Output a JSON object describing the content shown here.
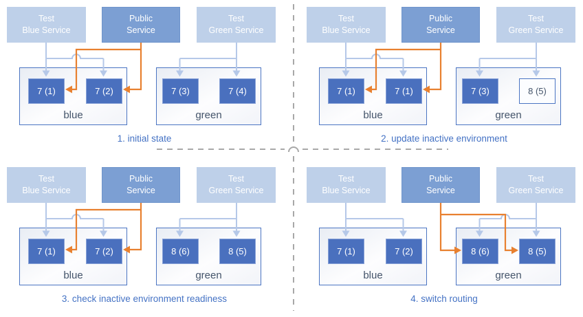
{
  "colors": {
    "accent": "#4472c4",
    "service_light_fill": "#bed0e9",
    "service_public_fill": "#7c9fd3",
    "pod_filled_fill": "#4a70be",
    "pod_outlined_border": "#4a74c2",
    "connector_inactive": "#b5c8e8",
    "connector_active": "#e8802f",
    "divider_gray": "#a8a8a8",
    "env_label_color": "#44546a"
  },
  "panels": [
    {
      "caption": "1. initial state",
      "public_route": "blue",
      "services": [
        {
          "line1": "Test",
          "line2": "Blue Service"
        },
        {
          "line1": "Public",
          "line2": "Service"
        },
        {
          "line1": "Test",
          "line2": "Green Service"
        }
      ],
      "environments": [
        {
          "label": "blue",
          "pods": [
            {
              "label": "7 (1)",
              "style": "filled"
            },
            {
              "label": "7 (2)",
              "style": "filled"
            }
          ]
        },
        {
          "label": "green",
          "pods": [
            {
              "label": "7 (3)",
              "style": "filled"
            },
            {
              "label": "7 (4)",
              "style": "filled"
            }
          ]
        }
      ]
    },
    {
      "caption": "2. update inactive environment",
      "public_route": "blue",
      "services": [
        {
          "line1": "Test",
          "line2": "Blue Service"
        },
        {
          "line1": "Public",
          "line2": "Service"
        },
        {
          "line1": "Test",
          "line2": "Green Service"
        }
      ],
      "environments": [
        {
          "label": "blue",
          "pods": [
            {
              "label": "7 (1)",
              "style": "filled"
            },
            {
              "label": "7 (1)",
              "style": "filled"
            }
          ]
        },
        {
          "label": "green",
          "pods": [
            {
              "label": "7 (3)",
              "style": "filled"
            },
            {
              "label": "8 (5)",
              "style": "outlined"
            }
          ]
        }
      ]
    },
    {
      "caption": "3. check inactive environment readiness",
      "public_route": "blue",
      "services": [
        {
          "line1": "Test",
          "line2": "Blue Service"
        },
        {
          "line1": "Public",
          "line2": "Service"
        },
        {
          "line1": "Test",
          "line2": "Green Service"
        }
      ],
      "environments": [
        {
          "label": "blue",
          "pods": [
            {
              "label": "7 (1)",
              "style": "filled"
            },
            {
              "label": "7 (2)",
              "style": "filled"
            }
          ]
        },
        {
          "label": "green",
          "pods": [
            {
              "label": "8 (6)",
              "style": "filled"
            },
            {
              "label": "8 (5)",
              "style": "filled"
            }
          ]
        }
      ]
    },
    {
      "caption": "4. switch routing",
      "public_route": "green",
      "services": [
        {
          "line1": "Test",
          "line2": "Blue Service"
        },
        {
          "line1": "Public",
          "line2": "Service"
        },
        {
          "line1": "Test",
          "line2": "Green Service"
        }
      ],
      "environments": [
        {
          "label": "blue",
          "pods": [
            {
              "label": "7 (1)",
              "style": "filled"
            },
            {
              "label": "7 (2)",
              "style": "filled"
            }
          ]
        },
        {
          "label": "green",
          "pods": [
            {
              "label": "8 (6)",
              "style": "filled"
            },
            {
              "label": "8 (5)",
              "style": "filled"
            }
          ]
        }
      ]
    }
  ]
}
